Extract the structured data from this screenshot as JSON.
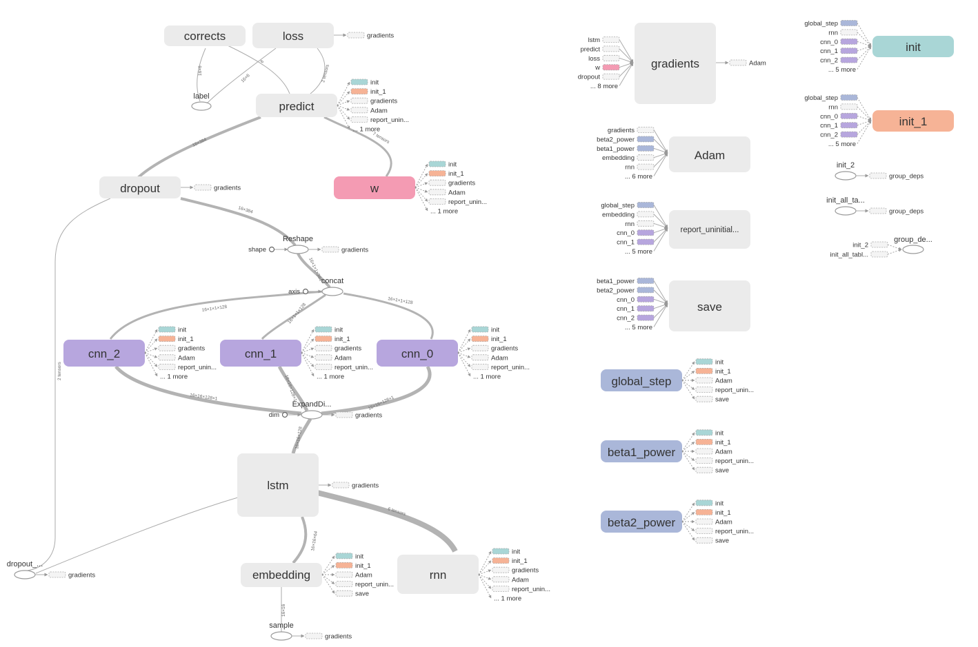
{
  "colors": {
    "default": "#ebebeb",
    "pink": "#f49bb3",
    "purple": "#b7a6de",
    "blue": "#aab7d9",
    "teal": "#a9d6d6",
    "orange": "#f6b396",
    "chip_default": "#f4f4f4"
  },
  "nodes": {
    "corrects": "corrects",
    "loss": "loss",
    "predict": "predict",
    "dropout": "dropout",
    "w": "w",
    "cnn_2": "cnn_2",
    "cnn_1": "cnn_1",
    "cnn_0": "cnn_0",
    "lstm": "lstm",
    "embedding": "embedding",
    "rnn": "rnn",
    "gradients": "gradients",
    "adam": "Adam",
    "report_uninitialized": "report_uninitial...",
    "save": "save",
    "global_step": "global_step",
    "beta1_power": "beta1_power",
    "beta2_power": "beta2_power",
    "init": "init",
    "init_1": "init_1"
  },
  "ops": {
    "label": "label",
    "reshape": "Reshape",
    "shape": "shape",
    "concat": "concat",
    "axis": "axis",
    "expand_dims": "ExpandDi...",
    "dim": "dim",
    "dropout_small": "dropout_...",
    "sample": "sample",
    "init_2": "init_2",
    "init_all_tables": "init_all_ta...",
    "group_deps_node": "group_de..."
  },
  "edge_labels": {
    "corrects_label": "16×6",
    "corrects_predict": "16×6",
    "loss_label": "6",
    "loss_predict": "2 tensors",
    "predict_dropout": "16×384",
    "predict_w": "7 tensors",
    "dropout_reshape": "16×384",
    "dropout_small": "2 tensors",
    "reshape_concat": "16×1×1×384",
    "concat_cnn2": "16×1×1×128",
    "concat_cnn1": "16×1×1×128",
    "concat_cnn0": "16×1×1×128",
    "cnn2_expand": "16×16×128×1",
    "cnn1_expand": "16×16×128×1",
    "cnn0_expand": "16×16×128×1",
    "expand_lstm": "16×16×128",
    "lstm_rnn": "6 tensors",
    "lstm_embedding": "16×16×64",
    "embedding_sample": "16×16"
  },
  "out_lists": {
    "loss": [
      "gradients"
    ],
    "predict": [
      "init",
      "init_1",
      "gradients",
      "Adam",
      "report_unin...",
      "... 1 more"
    ],
    "dropout": [
      "gradients"
    ],
    "w": [
      "init",
      "init_1",
      "gradients",
      "Adam",
      "report_unin...",
      "... 1 more"
    ],
    "reshape": [
      "gradients"
    ],
    "cnn_2": [
      "init",
      "init_1",
      "gradients",
      "Adam",
      "report_unin...",
      "... 1 more"
    ],
    "cnn_1": [
      "init",
      "init_1",
      "gradients",
      "Adam",
      "report_unin...",
      "... 1 more"
    ],
    "cnn_0": [
      "init",
      "init_1",
      "gradients",
      "Adam",
      "report_unin...",
      "... 1 more"
    ],
    "expand_dims": [
      "gradients"
    ],
    "lstm": [
      "gradients"
    ],
    "dropout_small": [
      "gradients"
    ],
    "embedding": [
      "init",
      "init_1",
      "Adam",
      "report_unin...",
      "save"
    ],
    "rnn": [
      "init",
      "init_1",
      "gradients",
      "Adam",
      "report_unin...",
      "... 1 more"
    ],
    "sample": [
      "gradients"
    ],
    "gradients": [
      "Adam"
    ],
    "global_step": [
      "init",
      "init_1",
      "Adam",
      "report_unin...",
      "save"
    ],
    "beta1_power": [
      "init",
      "init_1",
      "Adam",
      "report_unin...",
      "save"
    ],
    "beta2_power": [
      "init",
      "init_1",
      "Adam",
      "report_unin...",
      "save"
    ],
    "init_2": [
      "group_deps"
    ],
    "init_all_tables": [
      "group_deps"
    ]
  },
  "in_lists": {
    "gradients": [
      "lstm",
      "predict",
      "loss",
      "w",
      "dropout",
      "... 8 more"
    ],
    "adam": [
      "gradients",
      "beta2_power",
      "beta1_power",
      "embedding",
      "rnn",
      "... 6 more"
    ],
    "report_uninitialized": [
      "global_step",
      "embedding",
      "rnn",
      "cnn_0",
      "cnn_1",
      "... 5 more"
    ],
    "save": [
      "beta1_power",
      "beta2_power",
      "cnn_0",
      "cnn_1",
      "cnn_2",
      "... 5 more"
    ],
    "init": [
      "global_step",
      "rnn",
      "cnn_0",
      "cnn_1",
      "cnn_2",
      "... 5 more"
    ],
    "init_1": [
      "global_step",
      "rnn",
      "cnn_0",
      "cnn_1",
      "cnn_2",
      "... 5 more"
    ],
    "group_deps": [
      "init_2",
      "init_all_tabl..."
    ]
  }
}
